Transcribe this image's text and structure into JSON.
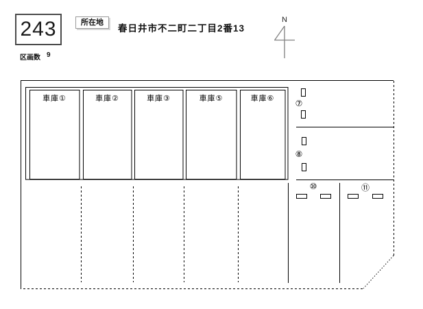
{
  "header": {
    "plot_number": "243",
    "location_label": "所在地",
    "address": "春日井市不二町二丁目2番13",
    "section_count_label": "区画数",
    "section_count_value": "9"
  },
  "compass": {
    "north_label": "N"
  },
  "diagram": {
    "garage_stalls": [
      {
        "label": "車庫①"
      },
      {
        "label": "車庫②"
      },
      {
        "label": "車庫③"
      },
      {
        "label": "車庫⑤"
      },
      {
        "label": "車庫⑥"
      }
    ],
    "open_spaces": [
      {
        "label": "⑦"
      },
      {
        "label": "⑧"
      },
      {
        "label": "⑩"
      },
      {
        "label": "⑪"
      }
    ]
  },
  "colors": {
    "line": "#000000",
    "compass_arrow": "#808080",
    "plot_box_border": "#4a4a4a",
    "button_shadow": "#d8d8d8"
  }
}
